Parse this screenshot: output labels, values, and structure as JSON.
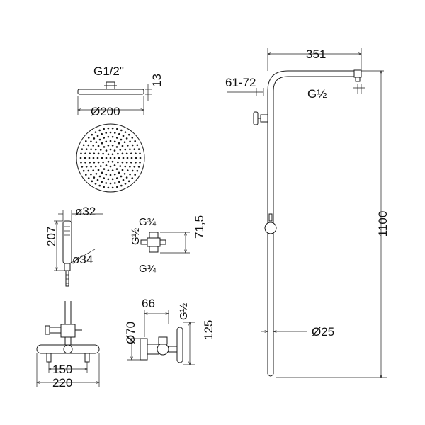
{
  "head_view": {
    "thread_label": "G1/2\"",
    "diameter_label": "Ø200",
    "thickness_label": "13"
  },
  "column_view": {
    "arm_length_label": "351",
    "offset_label": "61-72",
    "head_thread_label": "G½",
    "height_label": "1100",
    "tube_diameter_label": "Ø25"
  },
  "hand_shower_view": {
    "head_diameter_label": "ø32",
    "length_label": "207",
    "handle_diameter_label": "ø34"
  },
  "diverter_view": {
    "top_thread_label": "G¾",
    "left_thread_label": "G½",
    "bottom_thread_label": "G¾",
    "height_label": "71,5"
  },
  "mixer_front_view": {
    "inner_width_label": "150",
    "outer_width_label": "220"
  },
  "mixer_side_view": {
    "depth_label": "66",
    "outlet_thread_label": "G½",
    "body_diameter_label": "Ø70",
    "height_label": "125"
  }
}
